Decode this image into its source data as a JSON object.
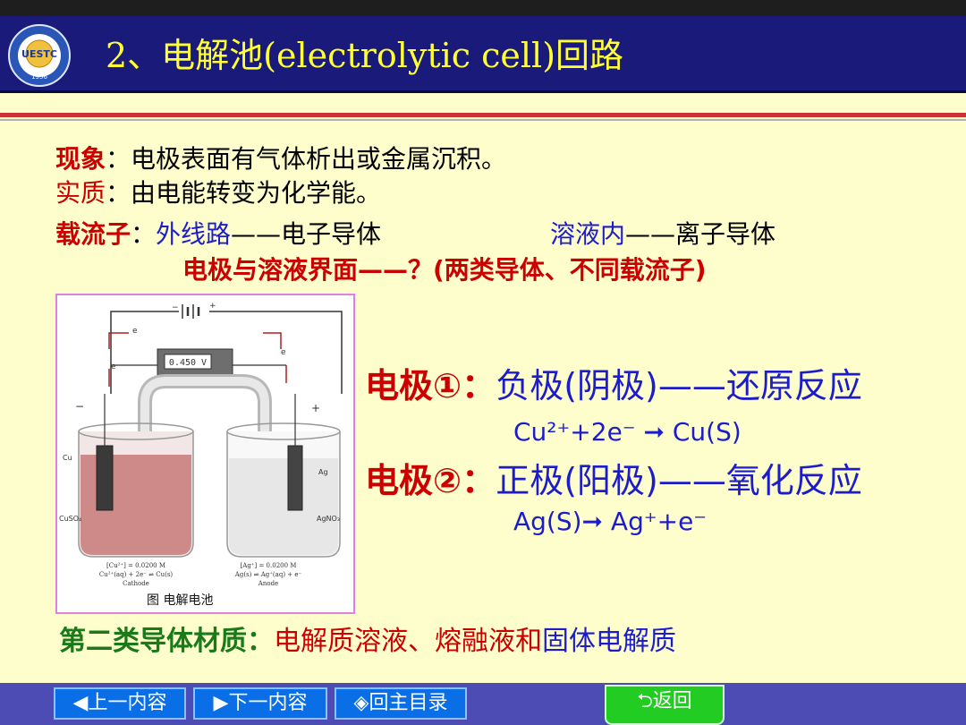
{
  "title": "2、电解池(electrolytic cell)回路",
  "lines": {
    "l1_label": "现象",
    "l1_colon": "：",
    "l1_text": "电极表面有气体析出或金属沉积。",
    "l2_label": "实质",
    "l2_colon": "：",
    "l2_text": "由电能转变为化学能。",
    "l3_label": "载流子",
    "l3_colon": "：",
    "l3_a": "外线路",
    "l3_b": "——电子导体",
    "l3_c": "溶液内",
    "l3_d": "——离子导体",
    "l4_text": "电极与溶液界面——？(两类导体、不同载流子)"
  },
  "figure": {
    "meter": "0.450 V",
    "e": "e",
    "minus": "−",
    "plus": "+",
    "cu": "Cu",
    "ag": "Ag",
    "cuso4": "CuSO₄",
    "agno3": "AgNO₃",
    "left_conc": "[Cu²⁺] = 0.0200 M",
    "left_rxn": "Cu²⁺(aq) + 2e⁻ ⇌ Cu(s)",
    "cathode": "Cathode",
    "right_conc": "[Ag⁺] = 0.0200 M",
    "right_rxn": "Ag(s) ⇌ Ag⁺(aq) + e⁻",
    "anode": "Anode",
    "caption": "图   电解电池"
  },
  "electrode1": {
    "label": "电极①：",
    "desc": "负极(阴极)——还原反应",
    "reaction": "Cu²⁺+2e⁻ ➞ Cu(S)"
  },
  "electrode2": {
    "label": "电极②：",
    "desc": "正极(阳极)——氧化反应",
    "reaction": "Ag(S)➞ Ag⁺+e⁻"
  },
  "bottom": {
    "label": "第二类导体材质：",
    "a": "电解质溶液、熔融液和",
    "b": "固体电解质"
  },
  "nav": {
    "prev": "◀上一内容",
    "next": "▶下一内容",
    "home": "◈回主目录",
    "back": "⮌返回"
  },
  "logo": {
    "text": "UESTC",
    "year": "1956"
  }
}
